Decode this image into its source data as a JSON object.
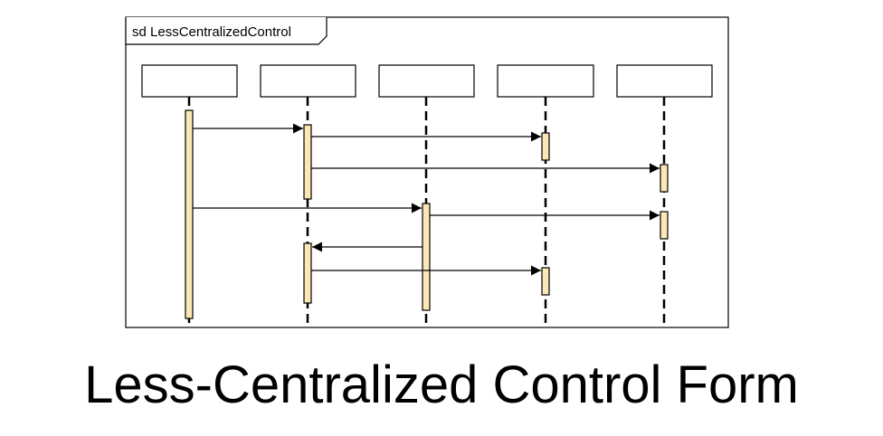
{
  "frame": {
    "label": "sd LessCentralizedControl"
  },
  "lifelines": [
    {
      "id": "l1",
      "label": ""
    },
    {
      "id": "l2",
      "label": ""
    },
    {
      "id": "l3",
      "label": ""
    },
    {
      "id": "l4",
      "label": ""
    },
    {
      "id": "l5",
      "label": ""
    }
  ],
  "messages": [
    {
      "from": "l1",
      "to": "l2",
      "order": 1
    },
    {
      "from": "l2",
      "to": "l4",
      "order": 2
    },
    {
      "from": "l2",
      "to": "l5",
      "order": 3
    },
    {
      "from": "l1",
      "to": "l3",
      "order": 4
    },
    {
      "from": "l3",
      "to": "l5",
      "order": 5
    },
    {
      "from": "l3",
      "to": "l2",
      "order": 6
    },
    {
      "from": "l2",
      "to": "l4",
      "order": 7
    }
  ],
  "caption": "Less-Centralized Control Form",
  "colors": {
    "activation_fill": "#fbe8b6",
    "line": "#000000",
    "background": "#ffffff"
  }
}
